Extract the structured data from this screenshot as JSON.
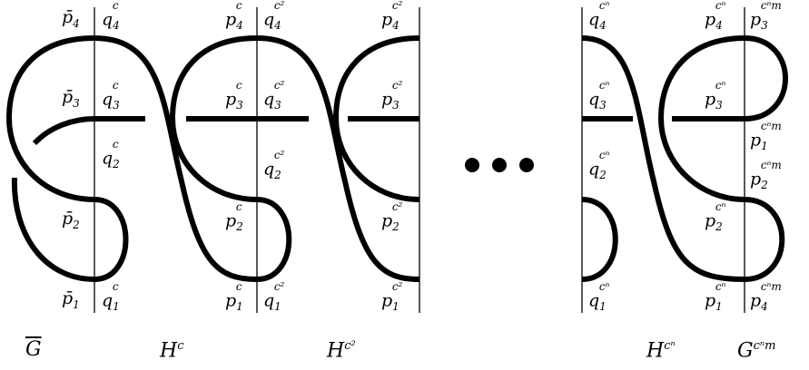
{
  "labels": {
    "g0": {
      "left": [
        "p̄4",
        "p̄3",
        "p̄2",
        "p̄1"
      ],
      "right": [
        "q4c",
        "q3c",
        "q2c",
        "q1c"
      ]
    },
    "g1": {
      "left": [
        "p4c",
        "p3c",
        "p2c",
        "p1c"
      ],
      "right": [
        "q4c²",
        "q3c²",
        "q2c²",
        "q1c²"
      ]
    },
    "g2": {
      "left": [
        "p4c²",
        "p3c²",
        "p2c²",
        "p1c²"
      ]
    },
    "g3": {
      "right": [
        "q4cⁿ",
        "q3cⁿ",
        "q2cⁿ",
        "q1cⁿ"
      ]
    },
    "g4": {
      "left": [
        "p4cⁿ",
        "p3cⁿ",
        "p2cⁿ",
        "p1cⁿ"
      ],
      "right": [
        "p3cⁿm",
        "p1cⁿm",
        "p2cⁿm",
        "p4cⁿm"
      ]
    }
  },
  "captions": [
    "G̅",
    "Hc",
    "Hc²",
    "Hcⁿ",
    "Gcⁿm"
  ],
  "ellipsis": "•••"
}
